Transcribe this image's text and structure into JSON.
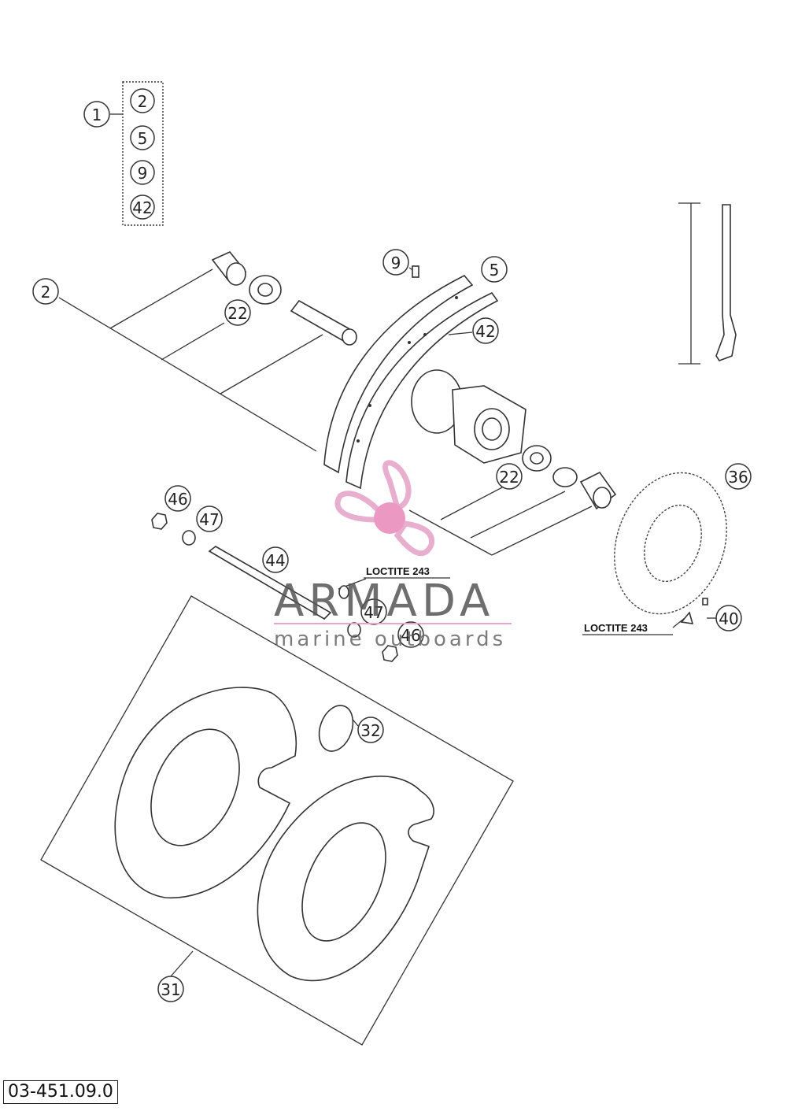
{
  "drawing_number": "03-451.09.0",
  "callouts": {
    "c1": "1",
    "group": [
      "2",
      "5",
      "9",
      "42"
    ],
    "c2": "2",
    "c9": "9",
    "c5": "5",
    "c42": "42",
    "c22a": "22",
    "c22b": "22",
    "c36": "36",
    "c40": "40",
    "c46a": "46",
    "c47a": "47",
    "c44": "44",
    "c47b": "47",
    "c46b": "46",
    "c32": "32",
    "c31": "31"
  },
  "annotations": {
    "loctite_axle": "LOCTITE 243",
    "loctite_disc": "LOCTITE 243"
  },
  "watermark": {
    "title": "ARMADA",
    "subtitle": "marine outboards",
    "color": "#e6a6c8",
    "hub_color": "#e98fbd"
  }
}
